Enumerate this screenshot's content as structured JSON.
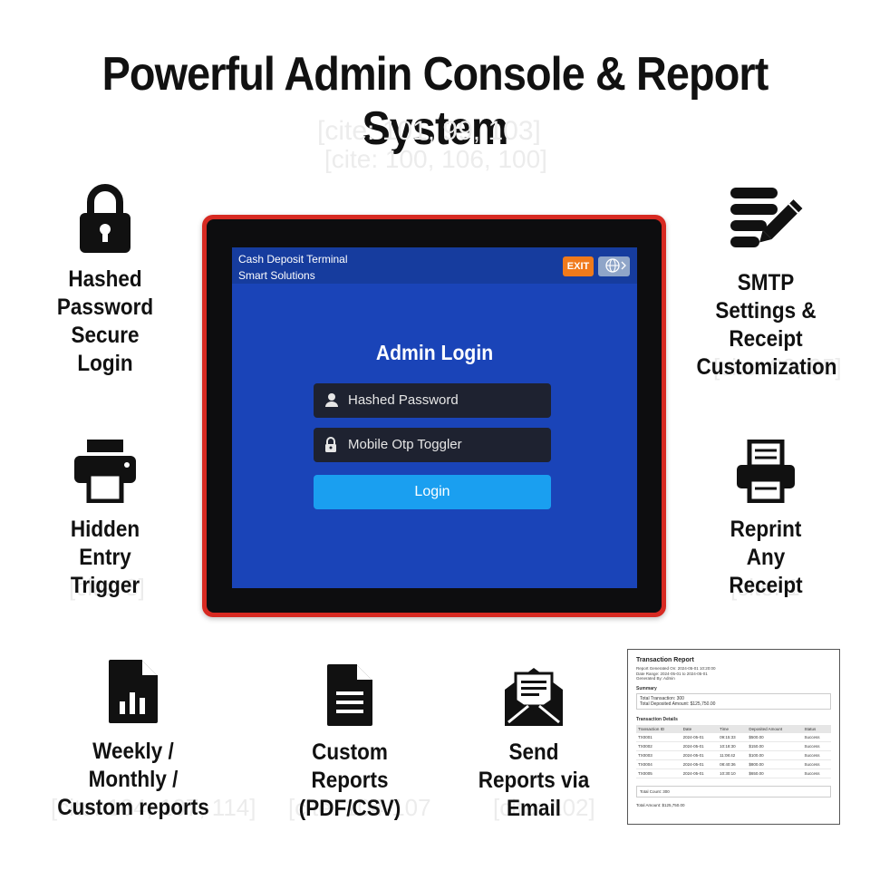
{
  "title": "Powerful Admin Console & Report System",
  "ghost_texts": [
    "[cite: 101, 99, 103]",
    "[cite: 100, 106, 100]",
    "[cite: 89, 95]",
    "[cite: 8]",
    "[cite: 1",
    "[cite: 104, 107, 114]",
    "[cite: 104-107",
    "[cite: 102]"
  ],
  "features": {
    "hashed_login": "Hashed Password Secure Login",
    "smtp": "SMTP Settings & Receipt Customization",
    "hidden_entry": "Hidden Entry Trigger",
    "reprint": "Reprint Any Receipt",
    "weekly": "Weekly / Monthly / Custom reports",
    "custom_reports": "Custom Reports (PDF/CSV)",
    "email": "Send Reports via Email"
  },
  "terminal": {
    "brand_line1": "Cash Deposit Terminal",
    "brand_line2": "Smart Solutions",
    "exit_label": "EXIT",
    "login_title": "Admin Login",
    "password_field": "Hashed Password",
    "otp_field": "Mobile Otp Toggler",
    "login_button": "Login"
  },
  "report": {
    "title": "Transaction Report",
    "generated_on": "Report Generated On: 2024-05-01 10:20:00",
    "date_range": "Date Range: 2024-05-01 to 2024-05-01",
    "generated_by": "Generated By: Admin",
    "summary_label": "Summary",
    "total_transactions": "Total Transaction: 300",
    "total_deposited": "Total Deposited Amount: $125,750.00",
    "details_label": "Transaction Details",
    "columns": [
      "Transaction ID",
      "Date",
      "Time",
      "Deposited Amount",
      "Status"
    ],
    "rows": [
      [
        "TX0001",
        "2024-05-01",
        "09:15:33",
        "$500.00",
        "Success"
      ],
      [
        "TX0002",
        "2024-05-01",
        "10:18:30",
        "$150.00",
        "Success"
      ],
      [
        "TX0003",
        "2024-05-01",
        "11:08:42",
        "$100.00",
        "Success"
      ],
      [
        "TX0004",
        "2024-05-01",
        "08:40:36",
        "$800.00",
        "Success"
      ],
      [
        "TX0005",
        "2024-05-01",
        "10:30:10",
        "$650.00",
        "Success"
      ]
    ],
    "total_count": "Total Count: 300",
    "total_amount": "Total Amount: $125,750.00"
  }
}
